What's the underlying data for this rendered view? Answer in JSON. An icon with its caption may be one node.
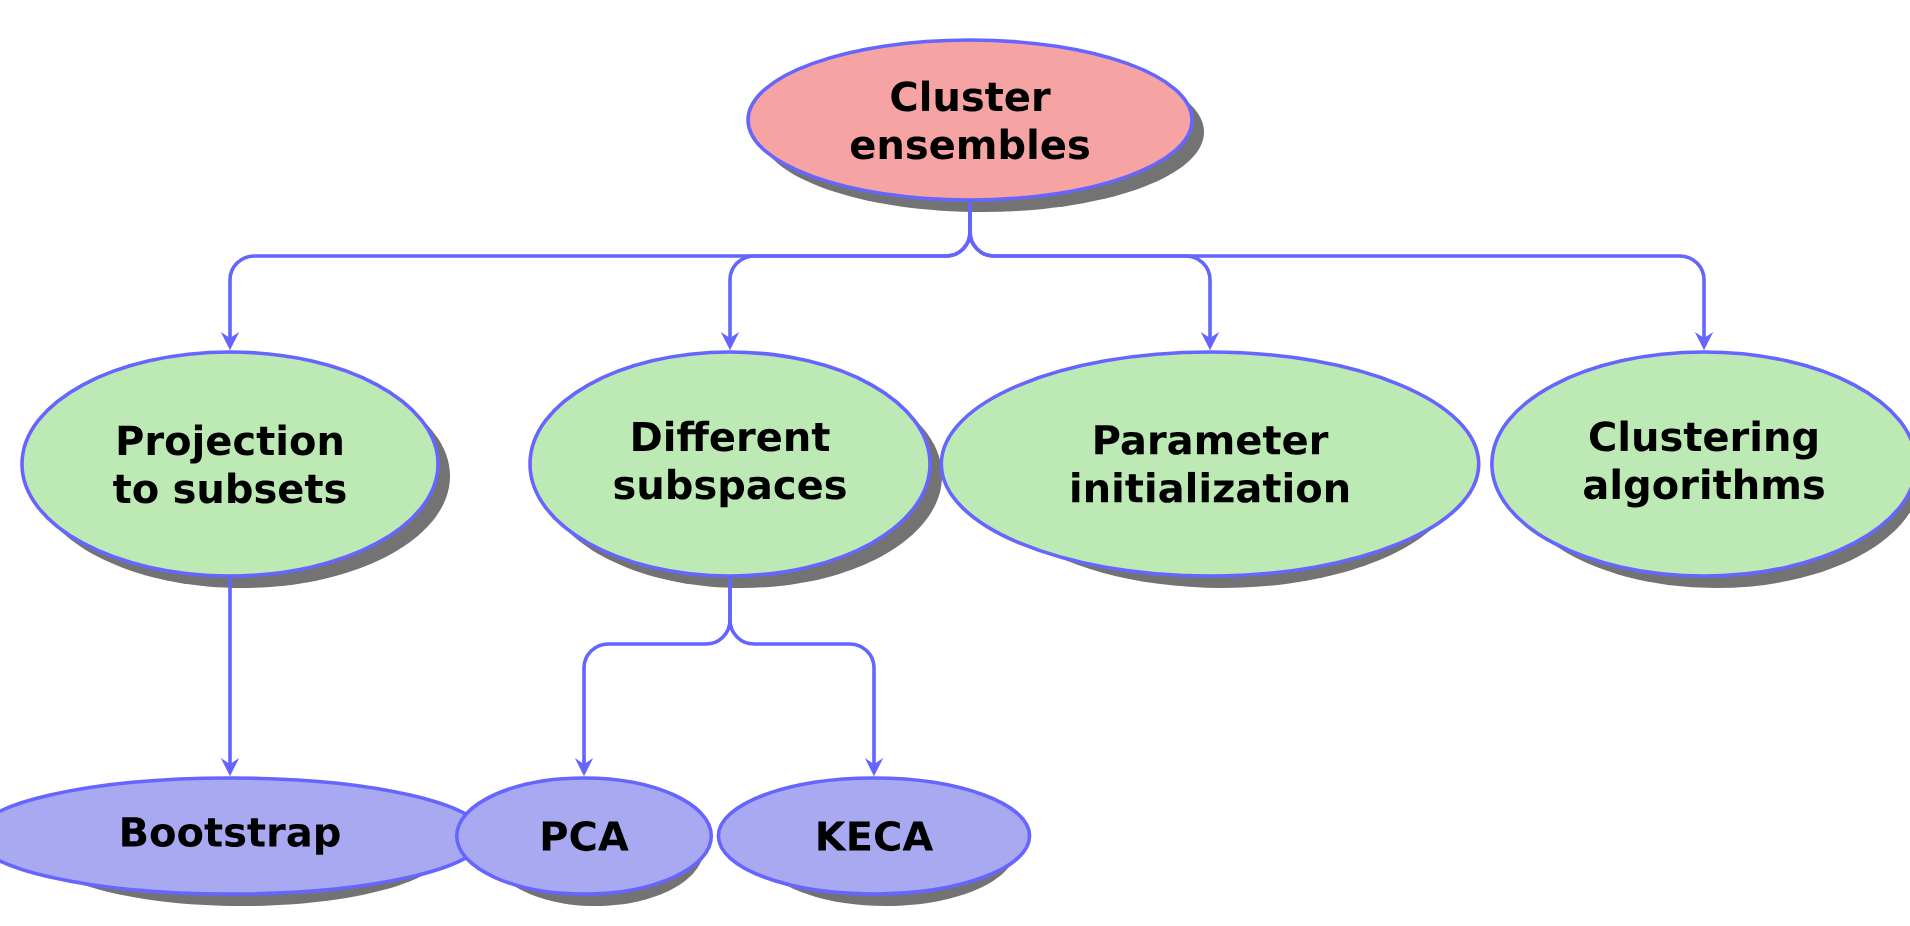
{
  "diagram": {
    "nodes": [
      {
        "text": [
          "Cluster ensembles"
        ]
      },
      {
        "text": [
          "Projection to subsets"
        ]
      },
      {
        "text": [
          "Different subspaces"
        ]
      },
      {
        "text": [
          "Parameter initialization"
        ]
      },
      {
        "text": [
          "Clustering algorithms"
        ]
      },
      {
        "text": [
          "Bootstrap"
        ]
      },
      {
        "text": [
          "PCA"
        ]
      },
      {
        "text": [
          "KECA"
        ]
      }
    ],
    "edges": [
      {
        "from": 0,
        "to": 1,
        "arrow": "to"
      },
      {
        "from": 0,
        "to": 2,
        "arrow": "to"
      },
      {
        "from": 0,
        "to": 3,
        "arrow": "to"
      },
      {
        "from": 0,
        "to": 4,
        "arrow": "to"
      },
      {
        "from": 1,
        "to": 5,
        "arrow": "to"
      },
      {
        "from": 2,
        "to": 6,
        "arrow": "to"
      },
      {
        "from": 2,
        "to": 7,
        "arrow": "to"
      }
    ]
  }
}
